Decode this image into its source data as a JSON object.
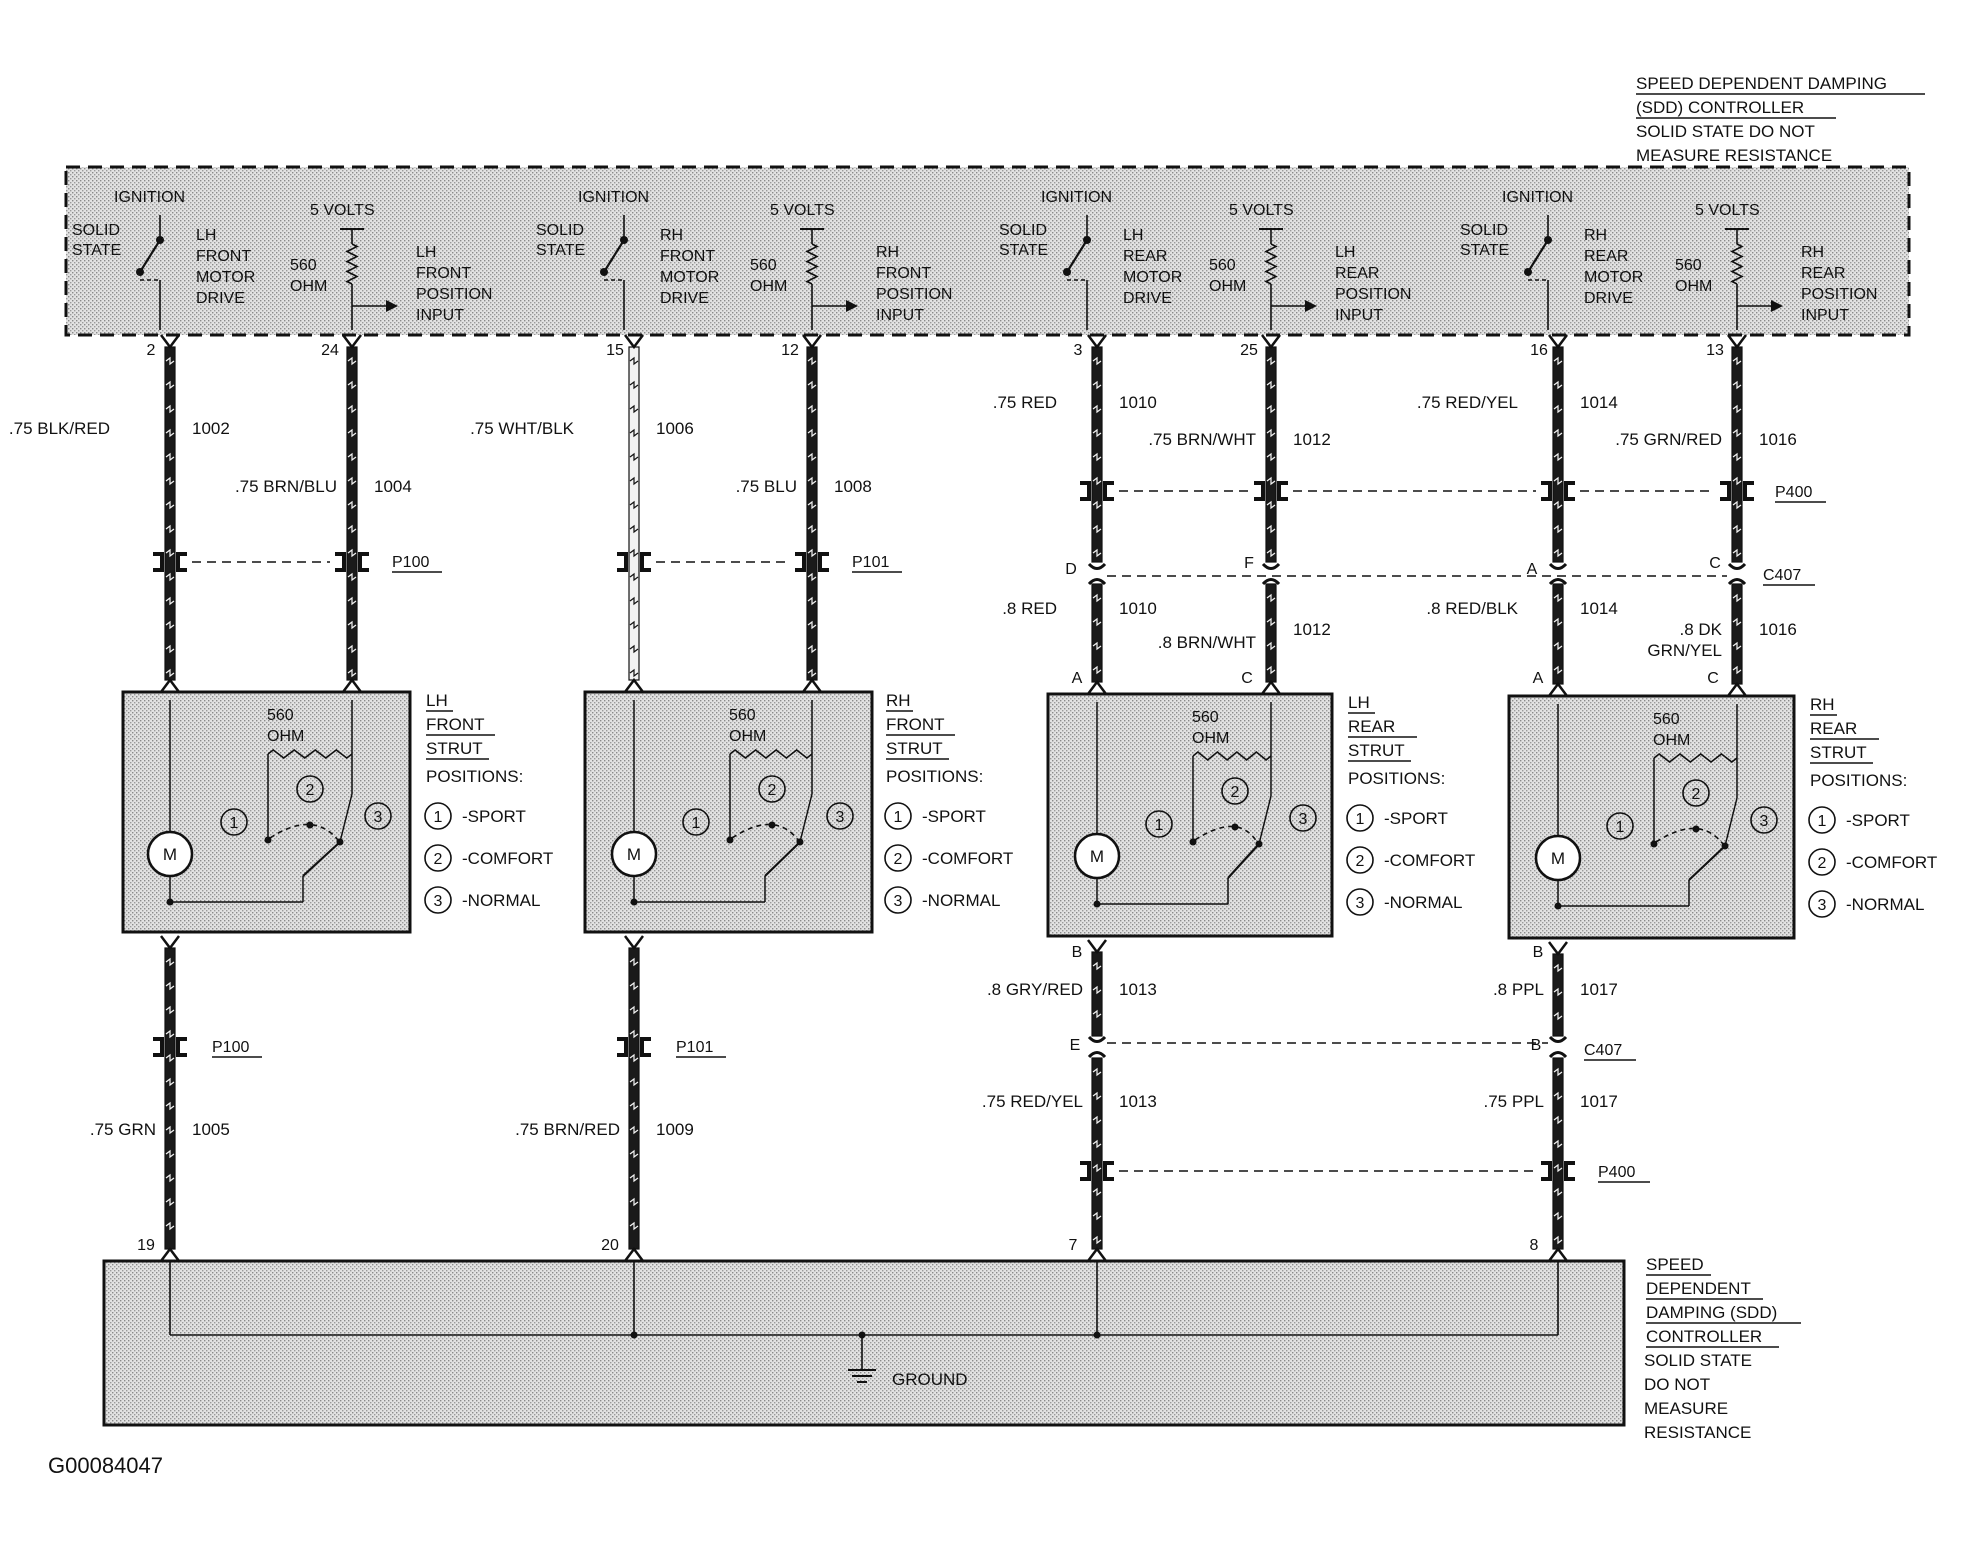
{
  "figure_id": "G00084047",
  "controller_top": {
    "title_lines": [
      "SPEED DEPENDENT DAMPING",
      "(SDD) CONTROLLER"
    ],
    "note_lines": [
      "SOLID STATE DO NOT",
      "MEASURE RESISTANCE"
    ]
  },
  "controller_bottom": {
    "title_lines": [
      "SPEED",
      "DEPENDENT",
      "DAMPING (SDD)",
      "CONTROLLER"
    ],
    "note_lines": [
      "SOLID STATE",
      "DO NOT",
      "MEASURE",
      "RESISTANCE"
    ],
    "ground_label": "GROUND"
  },
  "channels": [
    {
      "ignition": "IGNITION",
      "solid_state": [
        "SOLID",
        "STATE"
      ],
      "drive_label": [
        "LH",
        "FRONT",
        "MOTOR",
        "DRIVE"
      ],
      "volts": "5 VOLTS",
      "resistor": [
        "560",
        "OHM"
      ],
      "position_label": [
        "LH",
        "FRONT",
        "POSITION",
        "INPUT"
      ],
      "pin_drive": "2",
      "pin_position": "24",
      "pin_ground": "19",
      "wire_drive": {
        "color": ".75 BLK/RED",
        "circuit": "1002"
      },
      "wire_position": {
        "color": ".75 BRN/BLU",
        "circuit": "1004"
      },
      "wire_ground": {
        "color": ".75 GRN",
        "circuit": "1005"
      },
      "connector_upper": "P100",
      "connector_lower": "P100",
      "strut_title": [
        "LH",
        "FRONT",
        "STRUT"
      ],
      "strut_resistor": [
        "560",
        "OHM"
      ]
    },
    {
      "ignition": "IGNITION",
      "solid_state": [
        "SOLID",
        "STATE"
      ],
      "drive_label": [
        "RH",
        "FRONT",
        "MOTOR",
        "DRIVE"
      ],
      "volts": "5 VOLTS",
      "resistor": [
        "560",
        "OHM"
      ],
      "position_label": [
        "RH",
        "FRONT",
        "POSITION",
        "INPUT"
      ],
      "pin_drive": "15",
      "pin_position": "12",
      "pin_ground": "20",
      "wire_drive": {
        "color": ".75 WHT/BLK",
        "circuit": "1006"
      },
      "wire_position": {
        "color": ".75 BLU",
        "circuit": "1008"
      },
      "wire_ground": {
        "color": ".75 BRN/RED",
        "circuit": "1009"
      },
      "connector_upper": "P101",
      "connector_lower": "P101",
      "strut_title": [
        "RH",
        "FRONT",
        "STRUT"
      ],
      "strut_resistor": [
        "560",
        "OHM"
      ]
    },
    {
      "ignition": "IGNITION",
      "solid_state": [
        "SOLID",
        "STATE"
      ],
      "drive_label": [
        "LH",
        "REAR",
        "MOTOR",
        "DRIVE"
      ],
      "volts": "5 VOLTS",
      "resistor": [
        "560",
        "OHM"
      ],
      "position_label": [
        "LH",
        "REAR",
        "POSITION",
        "INPUT"
      ],
      "pin_drive": "3",
      "pin_position": "25",
      "pin_ground": "7",
      "wire_drive": {
        "color": ".75 RED",
        "circuit": "1010"
      },
      "wire_position": {
        "color": ".75 BRN/WHT",
        "circuit": "1012"
      },
      "wire_drive_2": {
        "color": ".8 RED",
        "circuit": "1010"
      },
      "wire_position_2": {
        "color": ".8 BRN/WHT",
        "circuit": "1012"
      },
      "c407_drive": "D",
      "c407_position": "F",
      "strut_pin_drive": "A",
      "strut_pin_position": "C",
      "strut_pin_ground": "B",
      "wire_ground": {
        "color": ".8 GRY/RED",
        "circuit": "1013"
      },
      "wire_ground_2": {
        "color": ".75 RED/YEL",
        "circuit": "1013"
      },
      "c407_ground": "E",
      "strut_title": [
        "LH",
        "REAR",
        "STRUT"
      ],
      "strut_resistor": [
        "560",
        "OHM"
      ]
    },
    {
      "ignition": "IGNITION",
      "solid_state": [
        "SOLID",
        "STATE"
      ],
      "drive_label": [
        "RH",
        "REAR",
        "MOTOR",
        "DRIVE"
      ],
      "volts": "5 VOLTS",
      "resistor": [
        "560",
        "OHM"
      ],
      "position_label": [
        "RH",
        "REAR",
        "POSITION",
        "INPUT"
      ],
      "pin_drive": "16",
      "pin_position": "13",
      "pin_ground": "8",
      "wire_drive": {
        "color": ".75 RED/YEL",
        "circuit": "1014"
      },
      "wire_position": {
        "color": ".75 GRN/RED",
        "circuit": "1016"
      },
      "wire_drive_2": {
        "color": ".8 RED/BLK",
        "circuit": "1014"
      },
      "wire_position_2": {
        "color": ".8 DK GRN/YEL",
        "color_lines": [
          ".8 DK",
          "GRN/YEL"
        ],
        "circuit": "1016"
      },
      "c407_drive": "A",
      "c407_position": "C",
      "strut_pin_drive": "A",
      "strut_pin_position": "C",
      "strut_pin_ground": "B",
      "wire_ground": {
        "color": ".8 PPL",
        "circuit": "1017"
      },
      "wire_ground_2": {
        "color": ".75 PPL",
        "circuit": "1017"
      },
      "c407_ground": "B",
      "strut_title": [
        "RH",
        "REAR",
        "STRUT"
      ],
      "strut_resistor": [
        "560",
        "OHM"
      ]
    }
  ],
  "rear_connectors": {
    "upper": "P400",
    "c407": "C407",
    "c407_lower": "C407",
    "lower": "P400"
  },
  "positions_heading": "POSITIONS:",
  "positions": [
    {
      "number": "1",
      "label": "-SPORT"
    },
    {
      "number": "2",
      "label": "-COMFORT"
    },
    {
      "number": "3",
      "label": "-NORMAL"
    }
  ],
  "motor_symbol": "M",
  "colors": {
    "ink": "#111111",
    "panel_fill": "#d9d9d9",
    "wire": "#1a1a1a",
    "wire_light": "#f2f2f2"
  }
}
